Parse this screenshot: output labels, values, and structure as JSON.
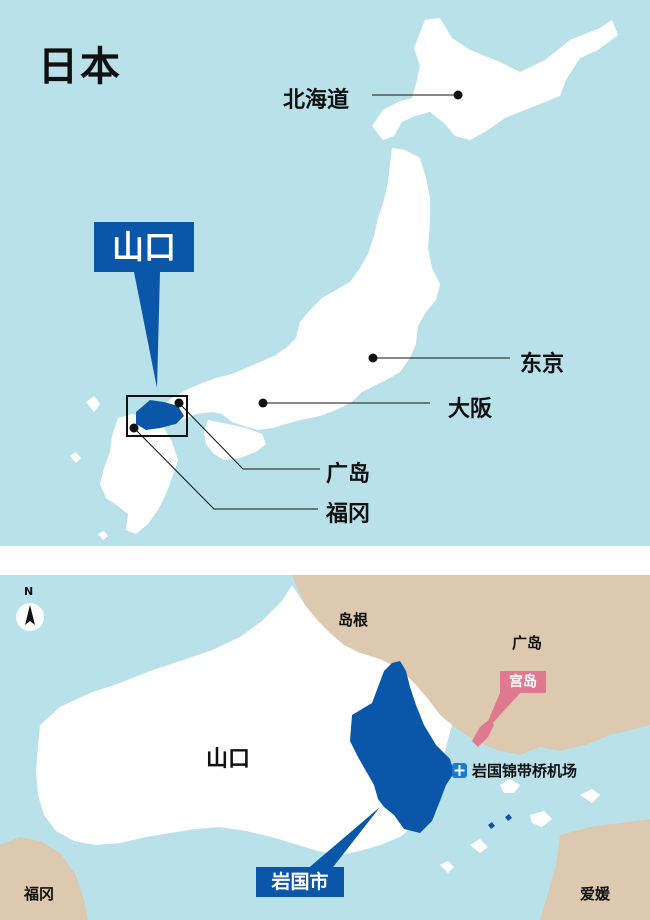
{
  "top_map": {
    "title": "日本",
    "highlight_label": "山口",
    "cities": {
      "hokkaido": "北海道",
      "tokyo": "东京",
      "osaka": "大阪",
      "hiroshima": "广岛",
      "fukuoka": "福冈"
    }
  },
  "bottom_map": {
    "compass": "N",
    "regions": {
      "shimane": "岛根",
      "hiroshima": "广岛",
      "yamaguchi": "山口",
      "fukuoka": "福冈",
      "ehime": "爱媛"
    },
    "miyajima": "宫岛",
    "airport": "岩国锦带桥机场",
    "iwakuni": "岩国市"
  },
  "colors": {
    "sea": "#b9e1ea",
    "land": "#ffffff",
    "neighbor_land": "#dcc9b0",
    "highlight_blue": "#0a56a8",
    "miyajima_pink": "#e07890"
  },
  "icons": [
    "north-arrow-icon",
    "airport-plane-icon"
  ]
}
